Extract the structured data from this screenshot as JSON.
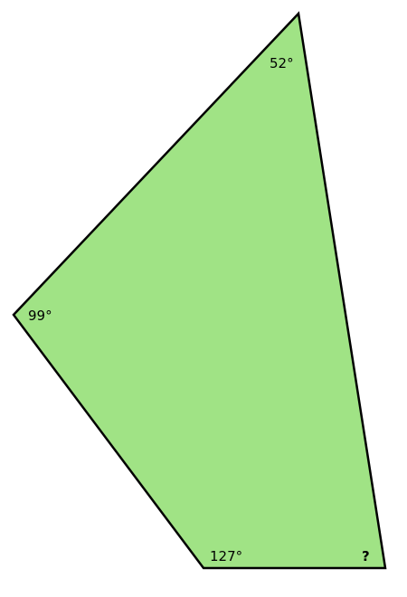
{
  "diagram": {
    "fill_color": "#a0e385",
    "stroke_color": "#000000",
    "angles": {
      "top": "52°",
      "left": "99°",
      "bottom_left": "127°",
      "bottom_right": "?"
    }
  }
}
